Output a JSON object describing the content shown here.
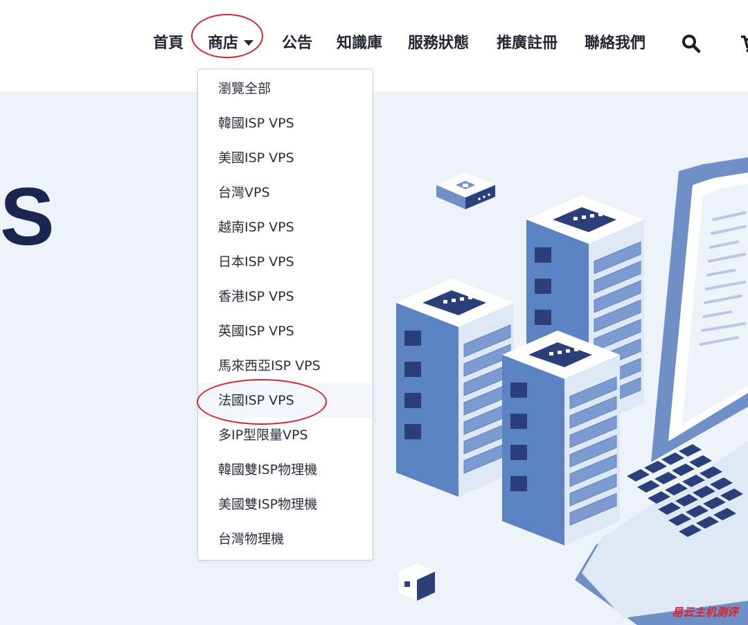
{
  "nav": {
    "items": [
      {
        "label": "首頁"
      },
      {
        "label": "商店",
        "has_dropdown": true
      },
      {
        "label": "公告"
      },
      {
        "label": "知識庫"
      },
      {
        "label": "服務狀態"
      },
      {
        "label": "推廣註冊"
      },
      {
        "label": "聯絡我們"
      }
    ],
    "icons": [
      "search-icon",
      "cart-icon"
    ]
  },
  "dropdown": {
    "items": [
      {
        "label": "瀏覽全部"
      },
      {
        "label": "韓國ISP VPS"
      },
      {
        "label": "美國ISP VPS"
      },
      {
        "label": "台灣VPS"
      },
      {
        "label": "越南ISP VPS"
      },
      {
        "label": "日本ISP VPS"
      },
      {
        "label": "香港ISP VPS"
      },
      {
        "label": "英國ISP VPS"
      },
      {
        "label": "馬來西亞ISP VPS"
      },
      {
        "label": "法國ISP VPS",
        "highlighted": true
      },
      {
        "label": "多IP型限量VPS"
      },
      {
        "label": "韓國雙ISP物理機"
      },
      {
        "label": "美國雙ISP物理機"
      },
      {
        "label": "台灣物理機"
      }
    ]
  },
  "hero": {
    "partial_title": "S"
  },
  "watermark": "易云主机测评",
  "colors": {
    "annotation": "#d9232f",
    "hero_bg": "#eef3fa",
    "server_blue": "#5b83c2",
    "server_dark": "#2b3f7a",
    "title_navy": "#1a2550"
  }
}
